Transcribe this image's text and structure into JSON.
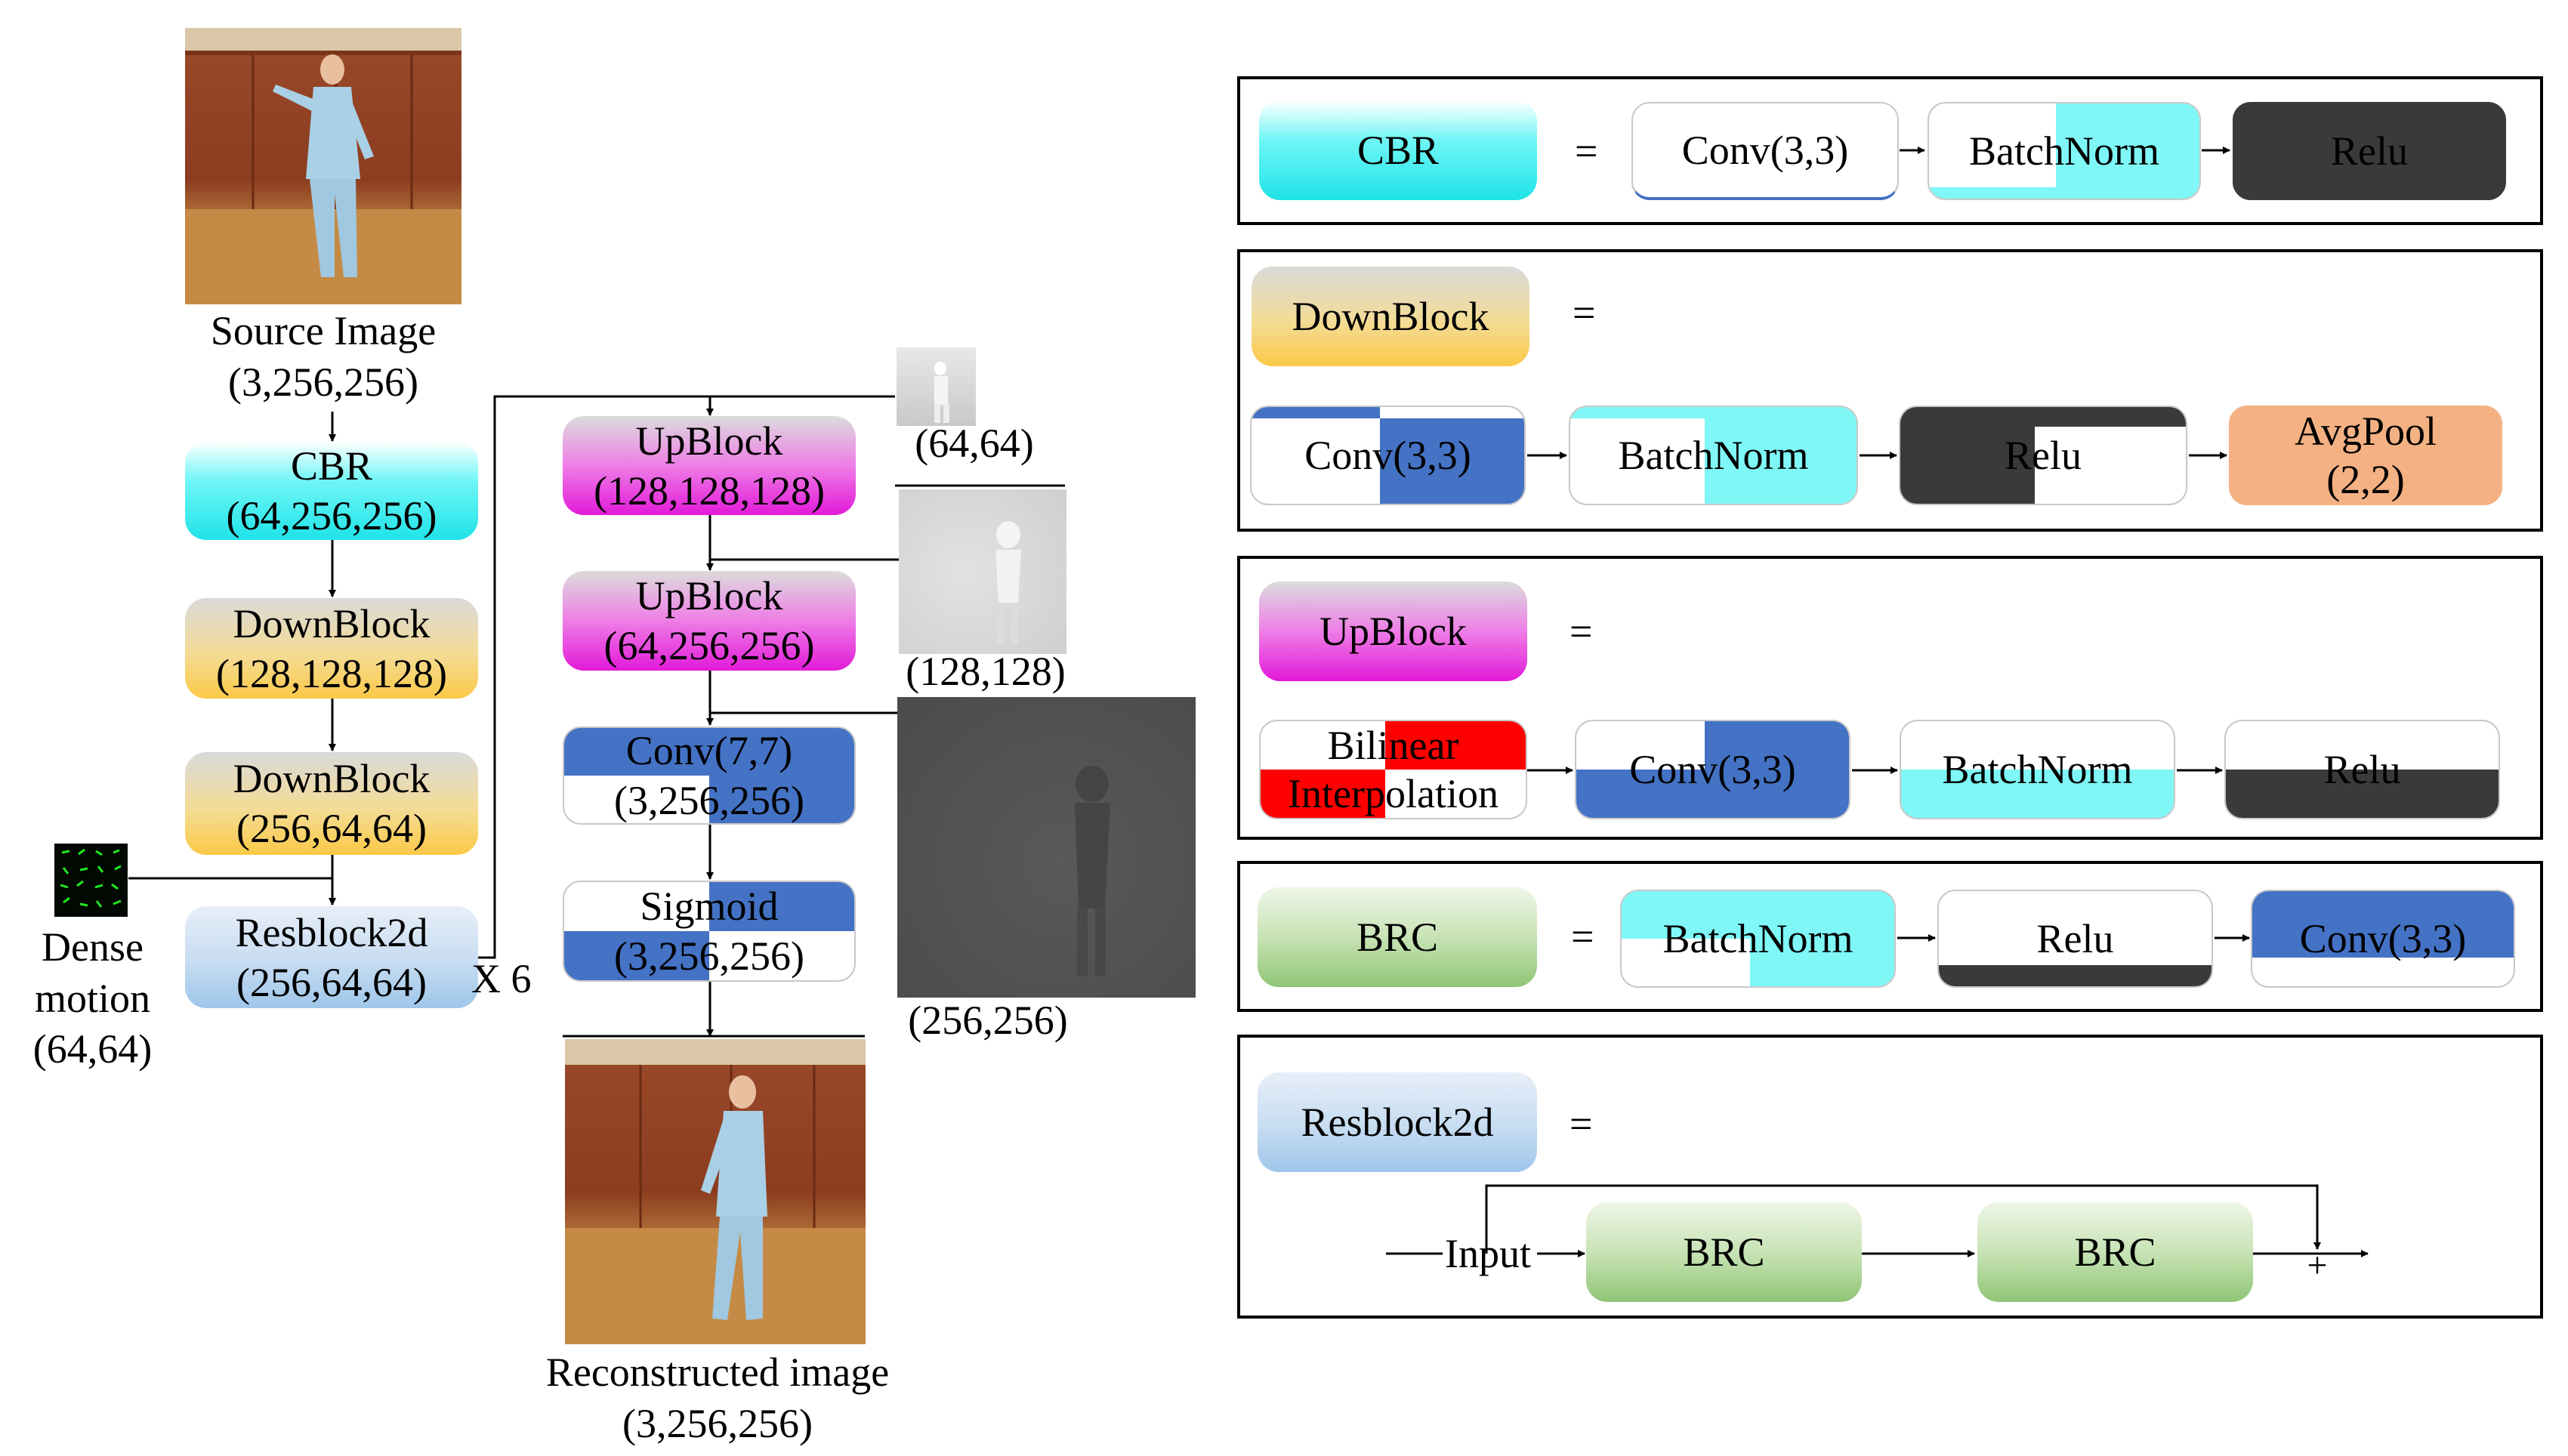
{
  "left": {
    "source_image": {
      "title": "Source Image",
      "shape": "(3,256,256)"
    },
    "cbr": {
      "name": "CBR",
      "shape": "(64,256,256)"
    },
    "down1": {
      "name": "DownBlock",
      "shape": "(128,128,128)"
    },
    "down2": {
      "name": "DownBlock",
      "shape": "(256,64,64)"
    },
    "resblock": {
      "name": "Resblock2d",
      "shape": "(256,64,64)",
      "repeat": "X 6"
    },
    "dense_motion": {
      "line1": "Dense",
      "line2": "motion",
      "shape": "(64,64)"
    }
  },
  "middle": {
    "up1": {
      "name": "UpBlock",
      "shape": "(128,128,128)"
    },
    "up2": {
      "name": "UpBlock",
      "shape": "(64,256,256)"
    },
    "conv": {
      "name": "Conv(7,7)",
      "shape": "(3,256,256)"
    },
    "sigmoid": {
      "name": "Sigmoid",
      "shape": "(3,256,256)"
    },
    "reconstructed": {
      "title": "Reconstructed image",
      "shape": "(3,256,256)"
    },
    "mask_small": {
      "size": "(64,64)"
    },
    "mask_medium": {
      "size": "(128,128)"
    },
    "mask_large": {
      "size": "(256,256)"
    }
  },
  "legend": {
    "equals": "=",
    "cbr": {
      "name": "CBR",
      "parts": [
        "Conv(3,3)",
        "BatchNorm",
        "Relu"
      ]
    },
    "downblock": {
      "name": "DownBlock",
      "parts": [
        "Conv(3,3)",
        "BatchNorm",
        "Relu",
        "AvgPool",
        "(2,2)"
      ]
    },
    "upblock": {
      "name": "UpBlock",
      "parts": [
        "Bilinear",
        "Interpolation",
        "Conv(3,3)",
        "BatchNorm",
        "Relu"
      ]
    },
    "brc": {
      "name": "BRC",
      "parts": [
        "BatchNorm",
        "Relu",
        "Conv(3,3)"
      ]
    },
    "resblock": {
      "name": "Resblock2d",
      "input": "Input",
      "brc1": "BRC",
      "brc2": "BRC",
      "plus": "+"
    }
  },
  "colors": {
    "conv_blue": "#4472c4",
    "batchnorm_cyan": "#7ff7f7",
    "relu_dark": "#3a3a3a",
    "avgpool_orange": "#f4b183",
    "interp_red": "#ff0000"
  }
}
